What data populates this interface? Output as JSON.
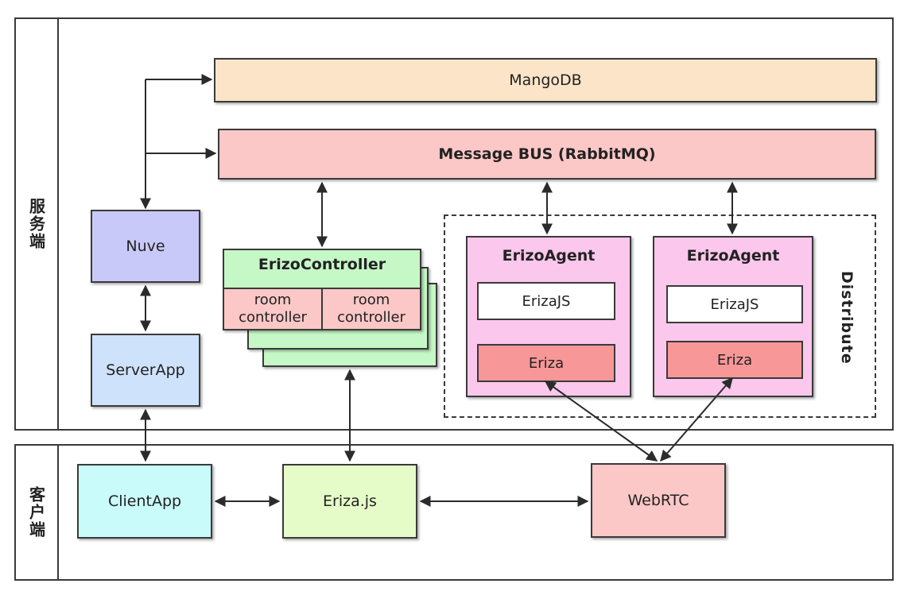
{
  "lanes": {
    "server_label": "服务端",
    "client_label": "客户端"
  },
  "nodes": {
    "mangodb": "MangoDB",
    "message_bus": "Message BUS (RabbitMQ)",
    "nuve": "Nuve",
    "serverapp": "ServerApp",
    "erizo_controller": {
      "title": "ErizoController",
      "room_controller_left": "room controller",
      "room_controller_right": "room controller"
    },
    "distribute_label": "Distribute",
    "erizo_agents": [
      {
        "title": "ErizoAgent",
        "js": "ErizaJS",
        "core": "Eriza"
      },
      {
        "title": "ErizoAgent",
        "js": "ErizaJS",
        "core": "Eriza"
      }
    ],
    "clientapp": "ClientApp",
    "eriza_js": "Eriza.js",
    "webrtc": "WebRTC"
  },
  "colors": {
    "mangodb": "#fce4c8",
    "message_bus": "#fcc7c7",
    "nuve": "#c9c9f9",
    "serverapp": "#cfe2fb",
    "erizo_controller": "#c6f7c6",
    "room_controller": "#fcc7c7",
    "erizo_agent": "#fcc7ec",
    "erizajs": "#ffffff",
    "eriza": "#f79797",
    "clientapp": "#c9fbfb",
    "eriza_client": "#e6fcc8",
    "webrtc": "#fcc7c7",
    "line": "#2b2b2b"
  }
}
